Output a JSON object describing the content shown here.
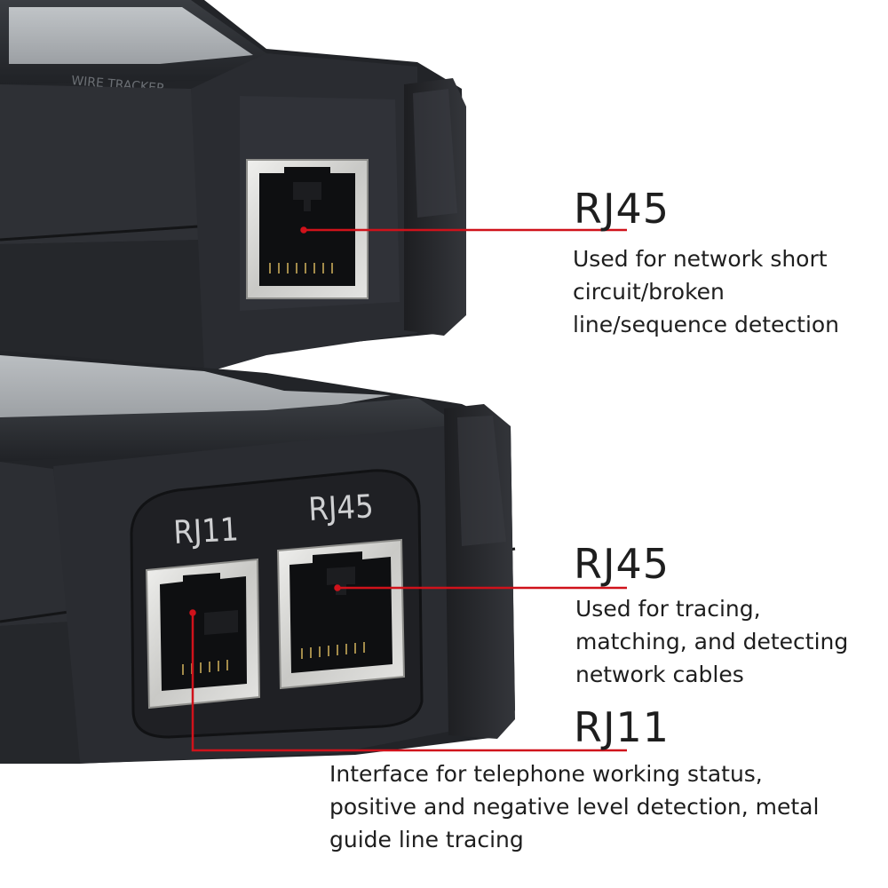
{
  "colors": {
    "housing": "#2b2d31",
    "housing_dark": "#1a1b1e",
    "housing_light": "#3c3e43",
    "jack_metal": "#d8d8d6",
    "leader_line": "#d0121b",
    "text": "#1e1e1e",
    "port_label": "#cfd0d2"
  },
  "device_top": {
    "faded_print": "WIRE TRACKER"
  },
  "device_bottom": {
    "port_labels": {
      "rj11": "RJ11",
      "rj45": "RJ45"
    }
  },
  "callouts": [
    {
      "id": "top-rj45",
      "title": "RJ45",
      "lines": [
        "Used for network short",
        "circuit/broken",
        "line/sequence detection"
      ]
    },
    {
      "id": "bottom-rj45",
      "title": "RJ45",
      "lines": [
        "Used for tracing,",
        "matching, and detecting",
        "network cables"
      ]
    },
    {
      "id": "bottom-rj11",
      "title": "RJ11",
      "lines": [
        "Interface for telephone working status,",
        "positive and negative level detection, metal",
        "guide line tracing"
      ]
    }
  ]
}
